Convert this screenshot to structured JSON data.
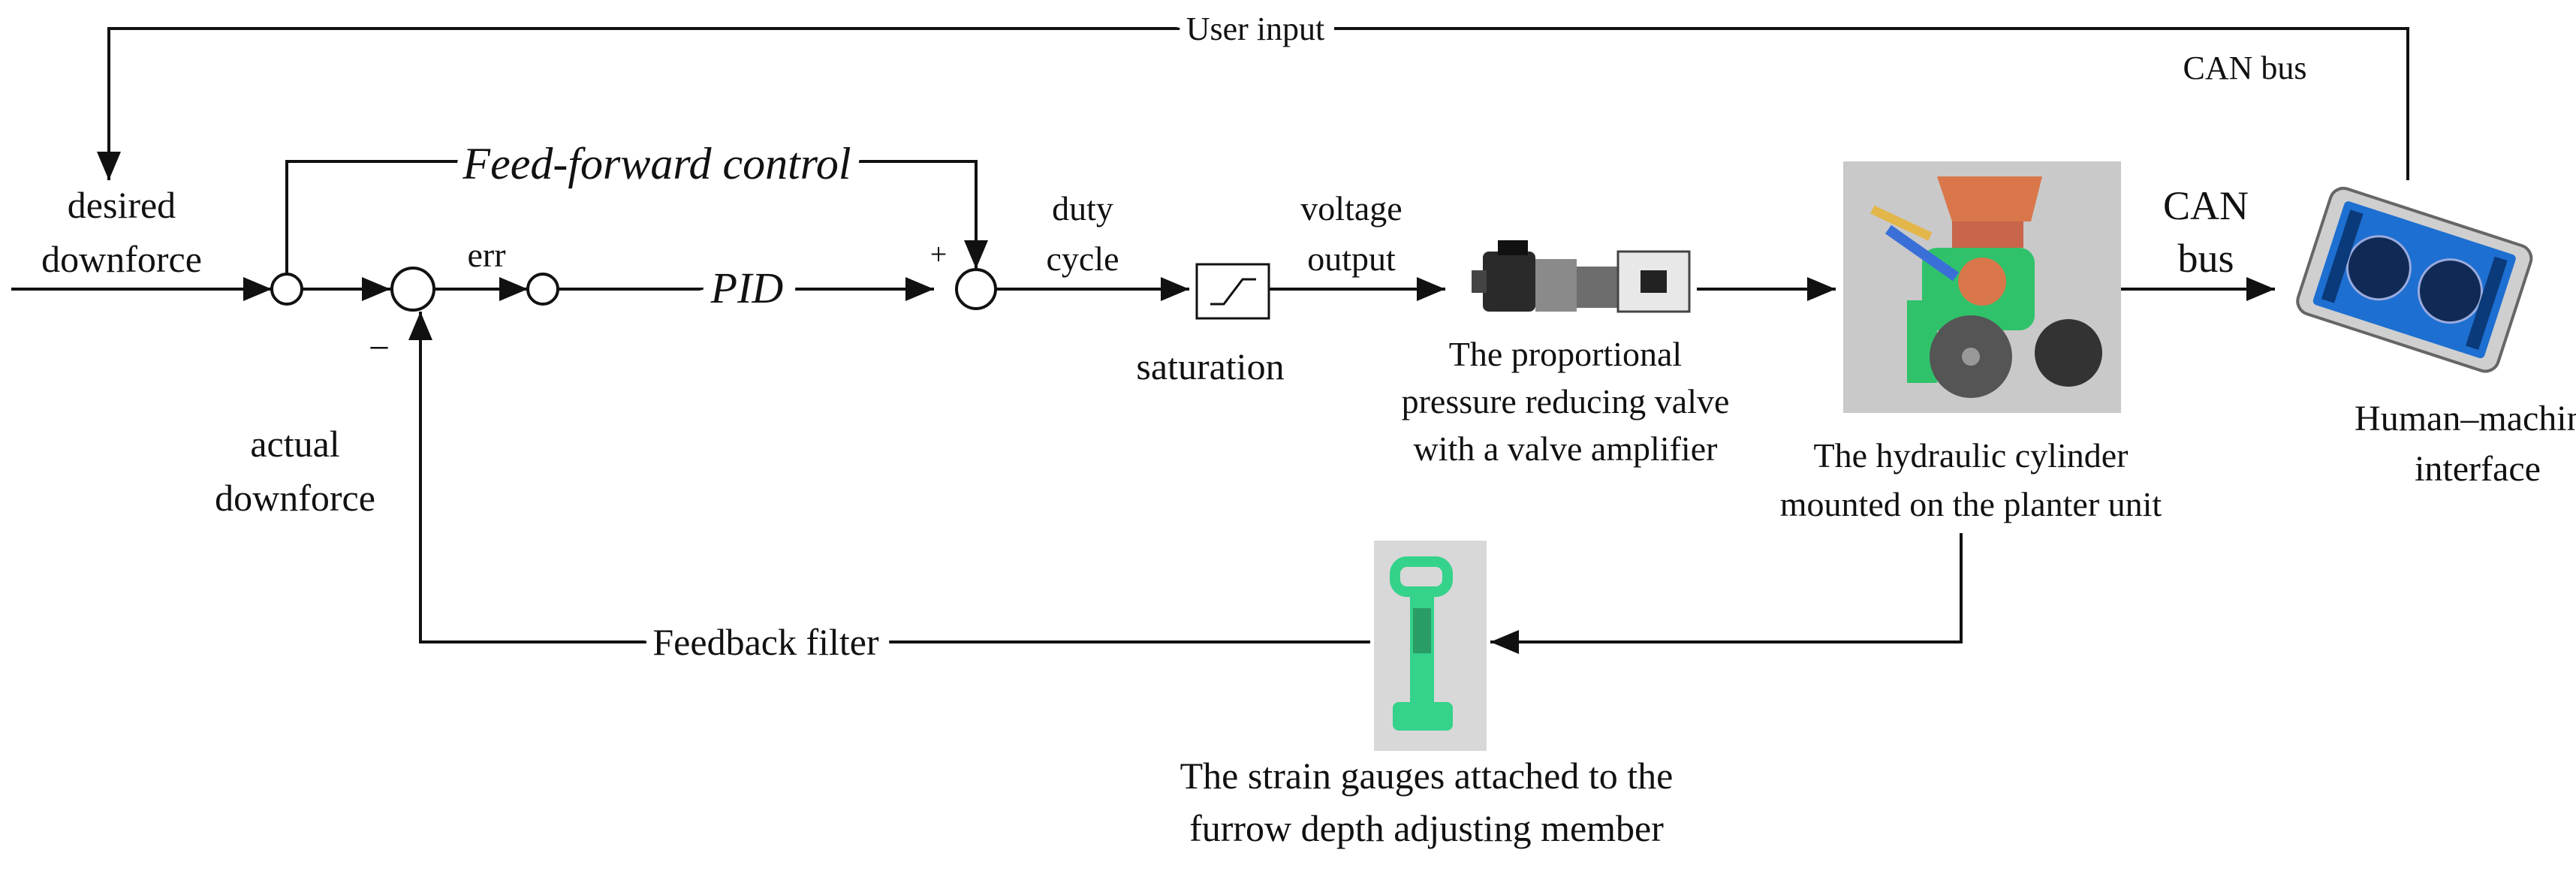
{
  "labels": {
    "user_input": "User input",
    "can_bus_top": "CAN bus",
    "desired_line1": "desired",
    "desired_line2": "downforce",
    "feed_forward": "Feed-forward control",
    "err": "err",
    "pid": "PID",
    "plus": "+",
    "minus": "−",
    "duty_line1": "duty",
    "duty_line2": "cycle",
    "saturation": "saturation",
    "voltage_line1": "voltage",
    "voltage_line2": "output",
    "valve_line1": "The proportional",
    "valve_line2": "pressure reducing valve",
    "valve_line3": "with a valve amplifier",
    "can_line1": "CAN",
    "can_line2": "bus",
    "cyl_line1": "The hydraulic cylinder",
    "cyl_line2": "mounted on the planter unit",
    "hmi_line1": "Human–machine",
    "hmi_line2": "interface",
    "actual_line1": "actual",
    "actual_line2": "downforce",
    "feedback_filter": "Feedback filter",
    "strain_line1": "The strain gauges attached to the",
    "strain_line2": "furrow depth adjusting member"
  },
  "colors": {
    "line": "#111111",
    "planter_green": "#2fc26a",
    "hopper_orange": "#d9774a",
    "photo_bg": "#c9c9c9",
    "gauge_green": "#34d28a",
    "screen_blue": "#1d6fd1"
  },
  "icons": {
    "valve": "proportional-valve-icon",
    "planter": "planter-unit-icon",
    "hmi": "hmi-tablet-icon",
    "strain": "strain-gauge-icon",
    "saturation": "saturation-block-icon"
  }
}
